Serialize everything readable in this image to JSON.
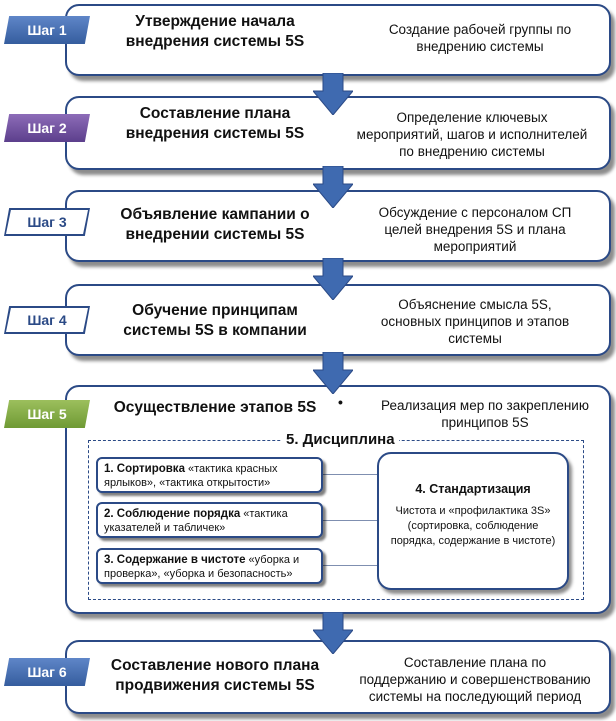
{
  "steps": [
    {
      "badge": "Шаг 1",
      "title": "Утверждение начала\nвнедрения системы 5S",
      "desc": "Создание рабочей группы по\nвнедрению системы"
    },
    {
      "badge": "Шаг 2",
      "title": "Составление плана\nвнедрения системы 5S",
      "desc": "Определение ключевых\nмероприятий, шагов и исполнителей\nпо внедрению системы"
    },
    {
      "badge": "Шаг 3",
      "title": "Объявление кампании о\nвнедрении системы 5S",
      "desc": "Обсуждение с персоналом СП\nцелей внедрения 5S и плана\nмероприятий"
    },
    {
      "badge": "Шаг 4",
      "title": "Обучение принципам\nсистемы 5S в компании",
      "desc": "Объяснение смысла 5S,\nосновных принципов и этапов\nсистемы"
    },
    {
      "badge": "Шаг 5",
      "title": "Осуществление этапов 5S",
      "desc": "Реализация мер по закреплению\nпринципов 5S"
    },
    {
      "badge": "Шаг 6",
      "title": "Составление нового плана\nпродвижения системы 5S",
      "desc": "Составление плана по\nподдержанию и совершенствованию\nсистемы на последующий период"
    }
  ],
  "discipline": {
    "title": "5. Дисциплина",
    "items": [
      {
        "bold": "1. Сортировка",
        "text": " «тактика красных ярлыков», «тактика открытости»"
      },
      {
        "bold": "2. Соблюдение порядка",
        "text": " «тактика указателей и табличек»"
      },
      {
        "bold": "3. Содержание в чистоте",
        "text": " «уборка и проверка», «уборка и безопасность»"
      }
    ],
    "standard_title": "4. Стандартизация",
    "standard_text": "Чистота и «профилактика 3S» (сортировка, соблюдение порядка, содержание в чистоте)"
  },
  "bullet": "•",
  "colors": {
    "border": "#2b4a86",
    "arrow": "#3f6ab0",
    "green": "#8ab14b",
    "purple": "#6e4fa1"
  }
}
